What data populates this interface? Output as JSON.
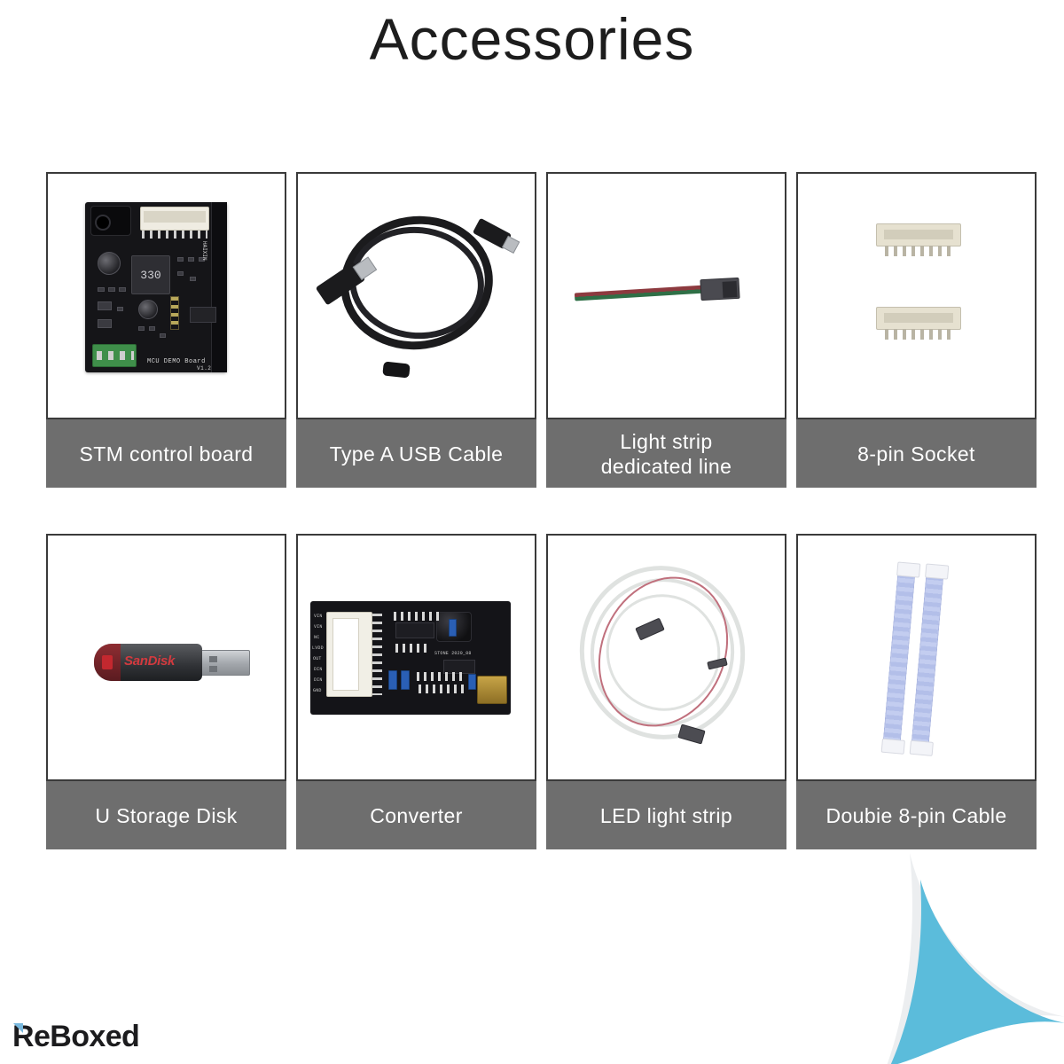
{
  "page": {
    "title": "Accessories",
    "background_color": "#ffffff",
    "title_color": "#1d1d1d",
    "label_bar_color": "#6e6e6e",
    "label_text_color": "#ffffff",
    "card_border_color": "#3a3a3a",
    "accent_color": "#5bbcdb"
  },
  "cards": [
    {
      "label": "STM control board",
      "icon": "circuit-board-image",
      "silkscreen": "MCU DEMO Board",
      "silkscreen_version": "V1.2",
      "inductor_marking": "330",
      "side_text": "HAIXIN"
    },
    {
      "label": "Type A USB Cable",
      "icon": "usb-cable-image"
    },
    {
      "label": "Light strip\ndedicated line",
      "icon": "light-strip-wire-image"
    },
    {
      "label": "8-pin Socket",
      "icon": "pin-socket-image"
    },
    {
      "label": "U Storage Disk",
      "icon": "usb-flash-drive-image",
      "brand": "SanDisk"
    },
    {
      "label": "Converter",
      "icon": "converter-board-image",
      "silkscreen_pins": [
        "VIN",
        "VIN",
        "NC",
        "LVDD",
        "OUT",
        "DIN",
        "DIN",
        "GND"
      ],
      "silkscreen_right": "STONE 2020_08"
    },
    {
      "label": "LED light strip",
      "icon": "led-light-strip-image"
    },
    {
      "label": "Doubie 8-pin Cable",
      "icon": "flat-ribbon-cable-image"
    }
  ],
  "logo": {
    "text": "ReBoxed",
    "corner_color": "#78b8de"
  },
  "swoosh": {
    "fill_color": "#5bbcdb",
    "outline_color": "#eceef0"
  }
}
